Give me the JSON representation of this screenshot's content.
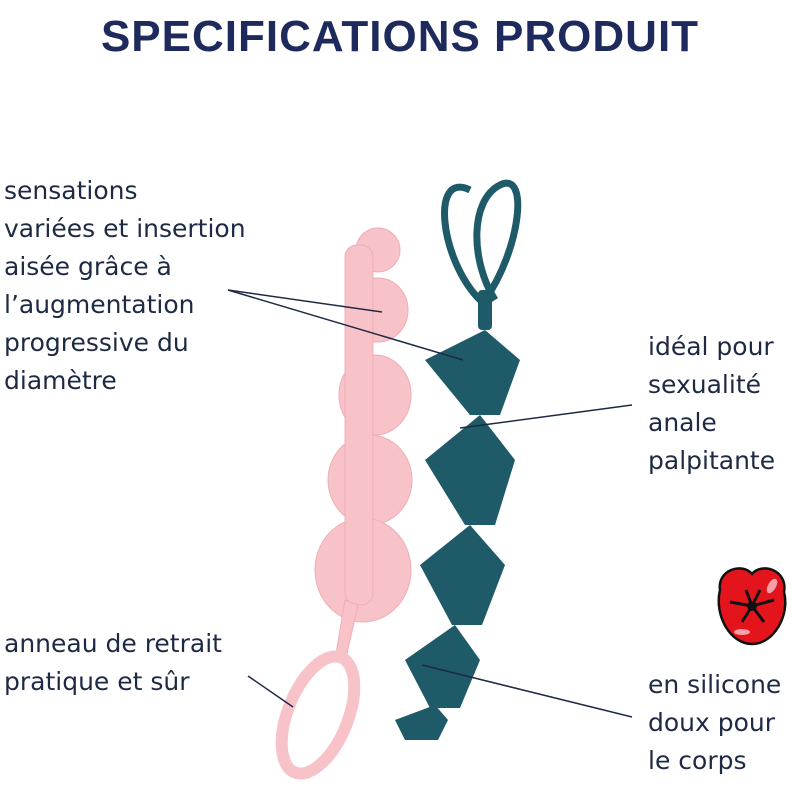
{
  "title": "SPECIFICATIONS PRODUIT",
  "features": {
    "left_top": [
      "sensations",
      "variées et insertion",
      "aisée grâce à",
      "l’augmentation",
      "progressive du",
      "diamètre"
    ],
    "left_bottom": [
      "anneau de retrait",
      "pratique et sûr"
    ],
    "right_middle": [
      "idéal pour",
      "sexualité",
      "anale",
      "palpitante"
    ],
    "right_bottom": [
      "en silicone",
      "doux pour",
      "le corps"
    ]
  },
  "colors": {
    "pink": "#f7c3c8",
    "teal": "#1f5a68",
    "title": "#1f2a5c",
    "logo": "#e3141c"
  }
}
